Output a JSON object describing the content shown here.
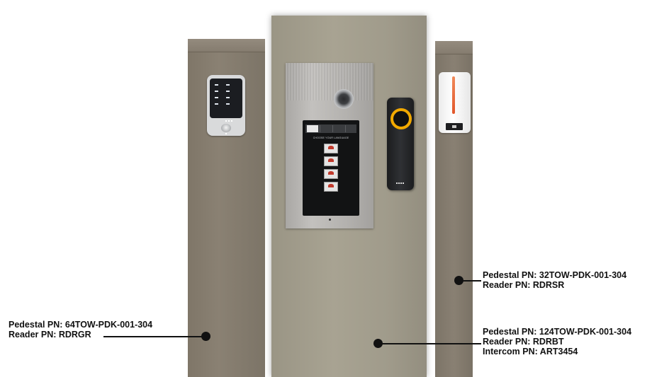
{
  "callouts": {
    "left": {
      "pedestal": "Pedestal PN: 64TOW-PDK-001-304",
      "reader": "Reader PN: RDRGR"
    },
    "right": {
      "pedestal": "Pedestal PN: 32TOW-PDK-001-304",
      "reader": "Reader PN: RDRSR"
    },
    "center": {
      "pedestal": "Pedestal PN: 124TOW-PDK-001-304",
      "reader": "Reader PN: RDRBT",
      "intercom": "Intercom PN: ART3454"
    }
  },
  "intercom_screen": {
    "title": "CHOOSE YOUR LANGUAGE"
  },
  "colors": {
    "pedestal": "#857c6f",
    "center_pedestal": "#a8a392",
    "ring": "#f2a900",
    "slim_bar": "#e2572b"
  }
}
